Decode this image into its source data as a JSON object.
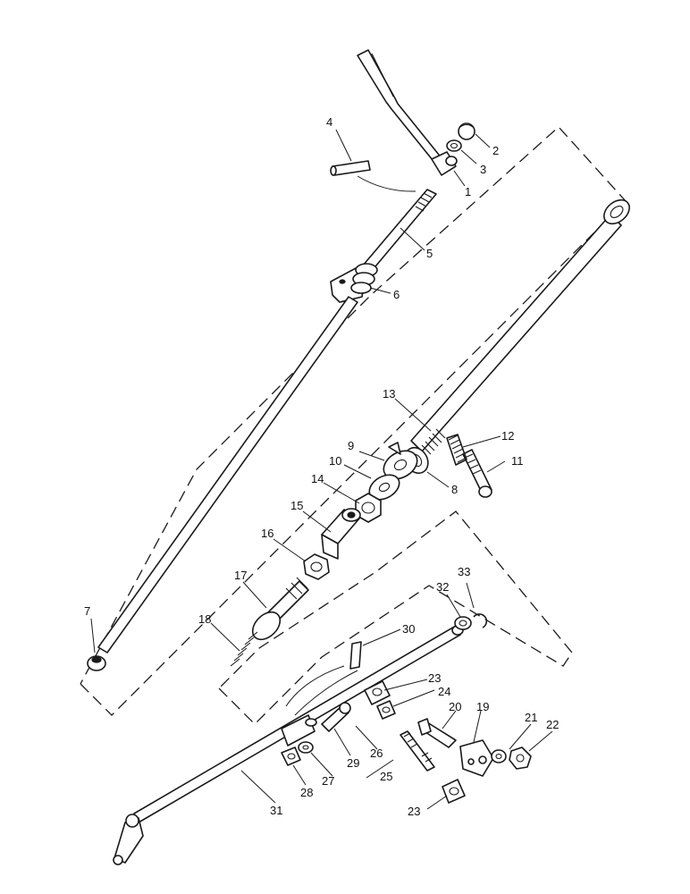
{
  "callouts": [
    "1",
    "2",
    "3",
    "4",
    "5",
    "6",
    "7",
    "8",
    "9",
    "10",
    "11",
    "12",
    "13",
    "14",
    "15",
    "16",
    "17",
    "18",
    "19",
    "20",
    "21",
    "22",
    "23",
    "23",
    "24",
    "25",
    "26",
    "27",
    "28",
    "29",
    "30",
    "31",
    "32",
    "33"
  ]
}
